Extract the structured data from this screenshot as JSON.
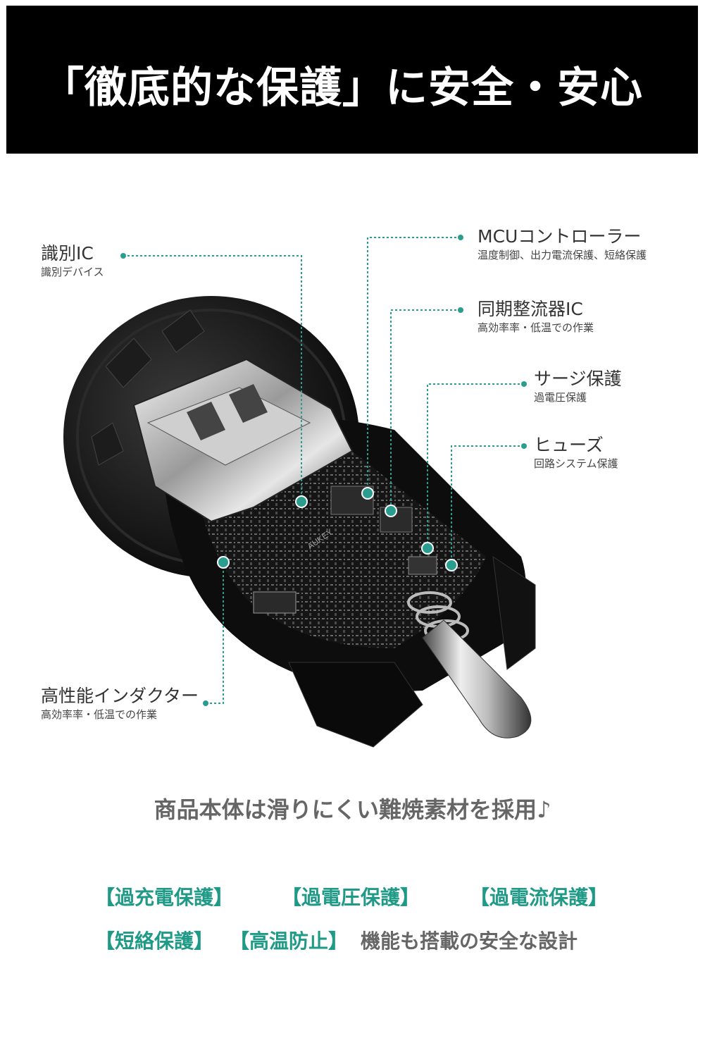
{
  "header": {
    "title": "「徹底的な保護」に安全・安心",
    "background": "#000000"
  },
  "annotations": [
    {
      "id": "id-ic",
      "title": "識別IC",
      "subtitle": "識別デバイス"
    },
    {
      "id": "mcu",
      "title": "MCUコントローラー",
      "subtitle": "温度制御、出力電流保護、短絡保護"
    },
    {
      "id": "sync-rectifier",
      "title": "同期整流器IC",
      "subtitle": "高効率率・低温での作業"
    },
    {
      "id": "surge",
      "title": "サージ保護",
      "subtitle": "過電圧保護"
    },
    {
      "id": "fuse",
      "title": "ヒューズ",
      "subtitle": "回路システム保護"
    },
    {
      "id": "inductor",
      "title": "高性能インダクター",
      "subtitle": "高効率率・低温での作業"
    }
  ],
  "product": {
    "brand": "AUKEY"
  },
  "tagline": "商品本体は滑りにくい難焼素材を採用♪",
  "features": {
    "row1": [
      "【過充電保護】",
      "【過電圧保護】",
      "【過電流保護】"
    ],
    "row2": [
      "【短絡保護】",
      "【高温防止】"
    ],
    "row2_tail": "機能も搭載の安全な設計"
  },
  "colors": {
    "accent": "#1f9a87",
    "leader": "#2a9d8f",
    "tagline": "#666666"
  }
}
